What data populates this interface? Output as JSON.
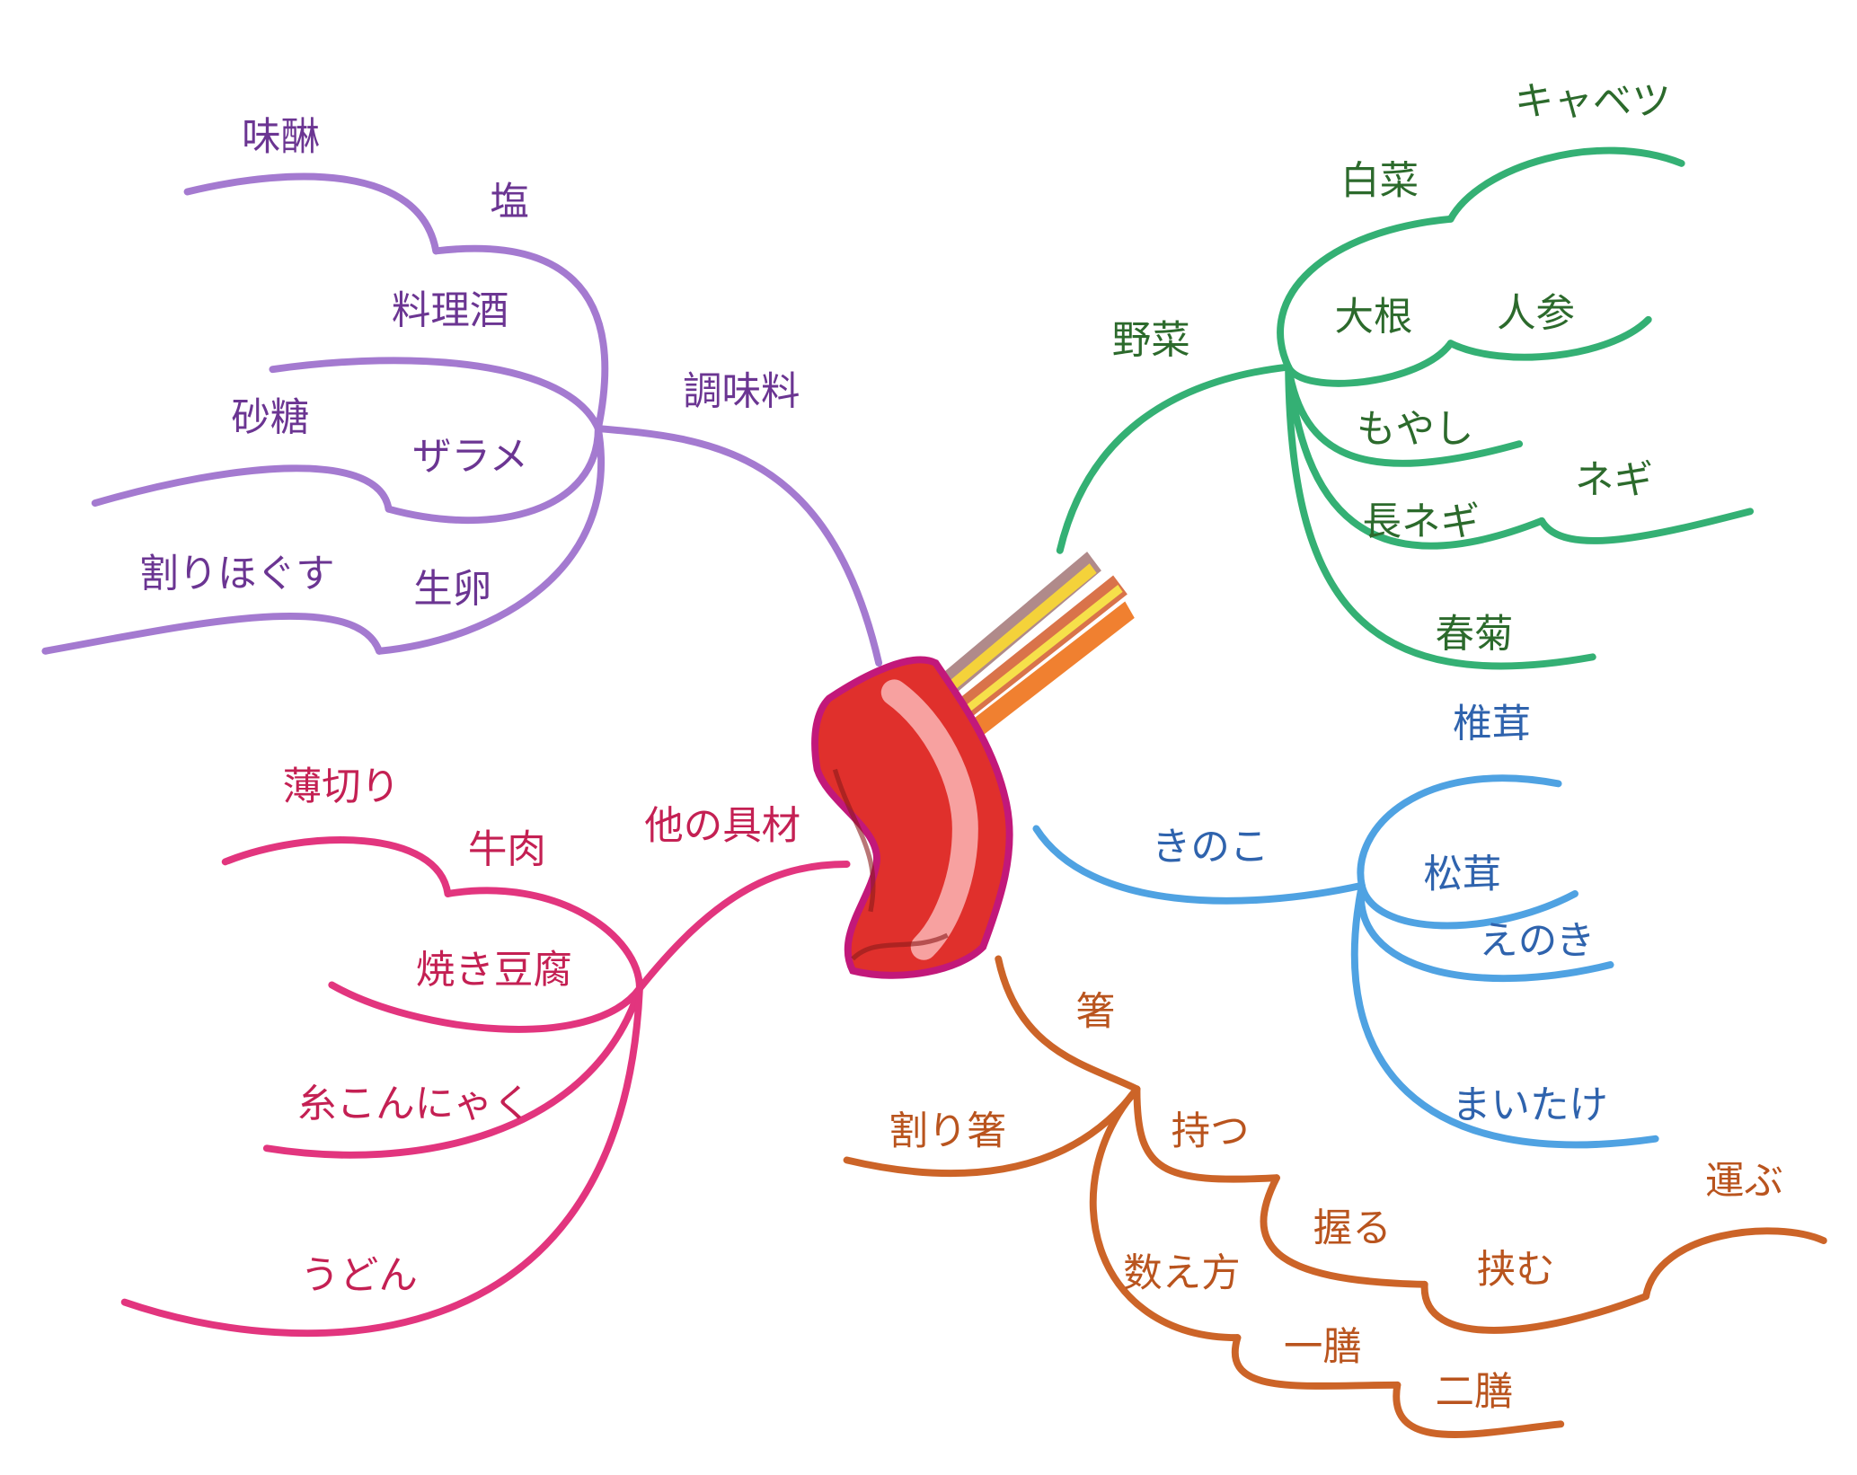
{
  "branches": {
    "seasoning": {
      "label": "調味料",
      "color": "#a47ad0",
      "items": [
        "味醂",
        "塩",
        "料理酒",
        "砂糖",
        "ザラメ",
        "割りほぐす",
        "生卵"
      ]
    },
    "vegetables": {
      "label": "野菜",
      "color": "#34b074",
      "items": [
        "白菜",
        "キャベツ",
        "大根",
        "人参",
        "もやし",
        "長ネギ",
        "ネギ",
        "春菊"
      ]
    },
    "mushrooms": {
      "label": "きのこ",
      "color": "#4fa2e2",
      "items": [
        "椎茸",
        "松茸",
        "えのき",
        "まいたけ"
      ]
    },
    "chopsticks": {
      "label": "箸",
      "color": "#cc6428",
      "items": [
        "割り箸",
        "持つ",
        "握る",
        "挟む",
        "運ぶ",
        "数え方",
        "一膳",
        "二膳"
      ]
    },
    "other": {
      "label": "他の具材",
      "color": "#e2357e",
      "items": [
        "薄切り",
        "牛肉",
        "焼き豆腐",
        "糸こんにゃく",
        "うどん"
      ]
    }
  }
}
